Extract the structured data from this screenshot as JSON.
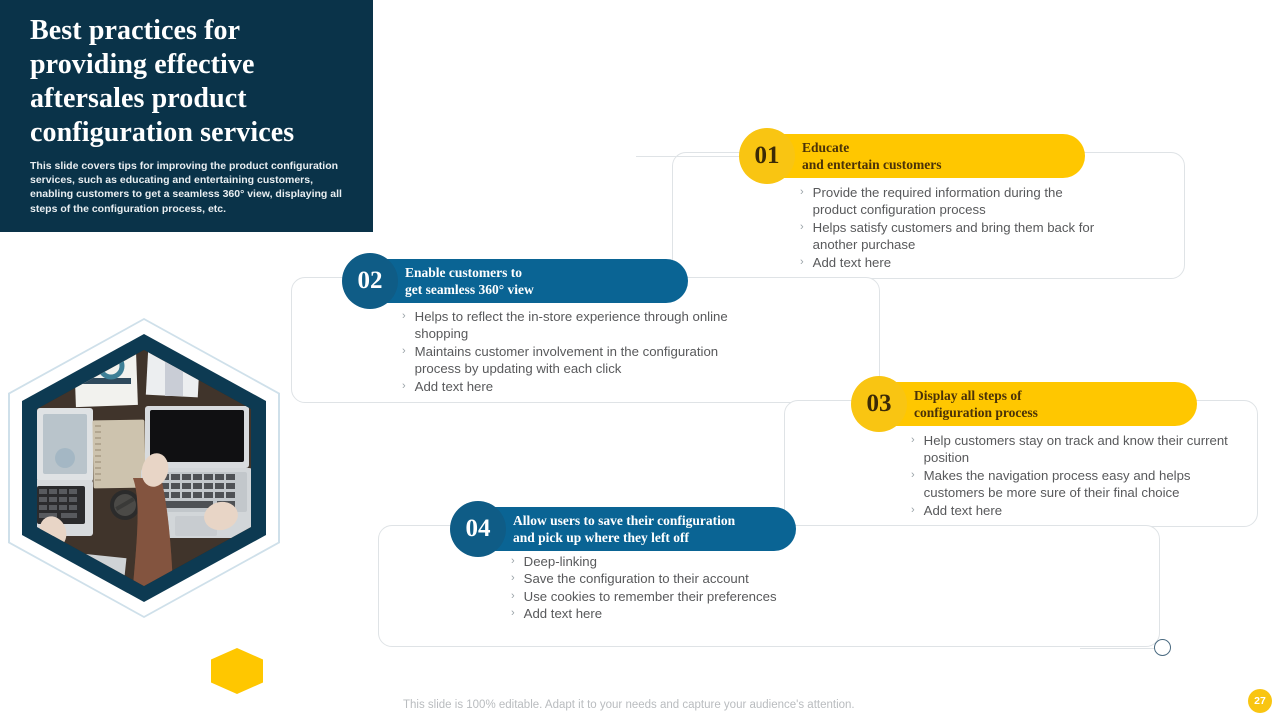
{
  "slide": {
    "title": "Best practices for providing effective aftersales product configuration services",
    "subtitle": "This slide covers tips for improving the product configuration services, such as educating and entertaining customers, enabling customers to get a seamless 360° view, displaying all steps of the configuration process, etc.",
    "footer_note": "This slide is 100% editable. Adapt it to your needs and capture your audience's attention.",
    "page_number": "27"
  },
  "colors": {
    "navy": "#0a3349",
    "yellow": "#ffc700",
    "yellow_badge": "#f9c512",
    "blue": "#0a6494",
    "blue_badge": "#0f5c86",
    "card_border": "#dfe3e6",
    "body_text": "#58595b"
  },
  "steps": [
    {
      "number": "01",
      "theme": "yellow",
      "heading_line1": "Educate",
      "heading_line2": "and entertain customers",
      "bullets": [
        "Provide the required information during the product configuration process",
        "Helps satisfy customers and bring them back for another purchase",
        "Add text here"
      ]
    },
    {
      "number": "02",
      "theme": "blue",
      "heading_line1": "Enable customers to",
      "heading_line2": "get seamless 360° view",
      "bullets": [
        "Helps to reflect the in-store experience through online shopping",
        "Maintains customer involvement in the configuration process by updating with each click",
        "Add text here"
      ]
    },
    {
      "number": "03",
      "theme": "yellow",
      "heading_line1": "Display all steps of",
      "heading_line2": "configuration process",
      "bullets": [
        "Help customers stay on track and know their current position",
        "Makes the navigation  process easy and helps customers be more sure of their final choice",
        "Add text here"
      ]
    },
    {
      "number": "04",
      "theme": "blue",
      "heading_line1": "Allow users to save their configuration",
      "heading_line2": "and pick up where they left off",
      "bullets": [
        "Deep-linking",
        "Save the configuration to their account",
        "Use cookies to remember their preferences",
        "Add text here"
      ]
    }
  ],
  "image": {
    "alt": "workspace-photo-two-laptops-notebook-coffee-top-view"
  }
}
